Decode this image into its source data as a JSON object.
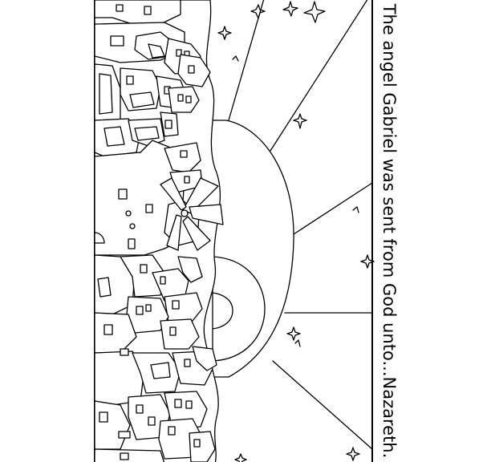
{
  "caption": "The angel Gabriel was sent from God unto...Nazareth.",
  "colors": {
    "ink": "#000000",
    "paper": "#ffffff"
  },
  "scene": {
    "sky_stars": 9,
    "birds": 3,
    "windmill_blades": 5
  }
}
